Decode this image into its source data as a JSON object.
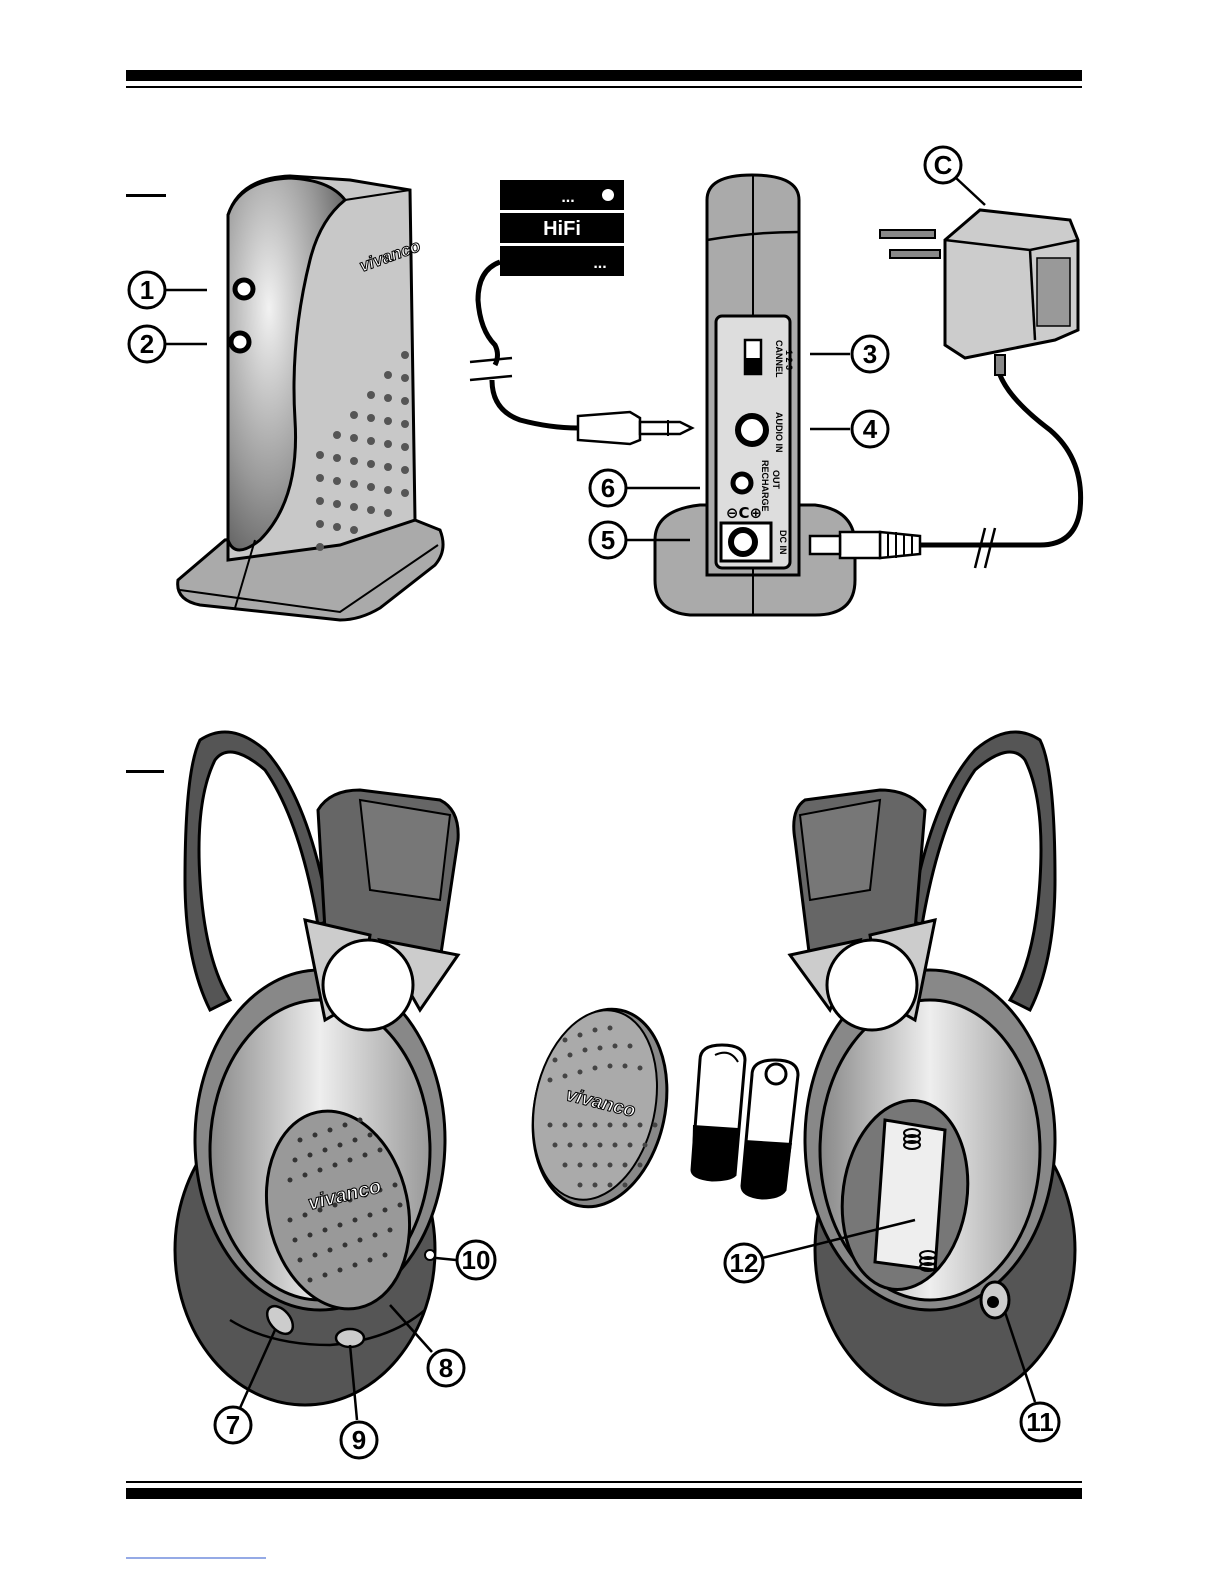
{
  "callouts": {
    "c1": "1",
    "c2": "2",
    "c3": "3",
    "c4": "4",
    "c5": "5",
    "c6": "6",
    "c7": "7",
    "c8": "8",
    "c9": "9",
    "c10": "10",
    "c11": "11",
    "c12": "12",
    "cC": "C"
  },
  "hifi": {
    "label": "HiFi",
    "dots": "..."
  },
  "brand": "vivanco",
  "panel": {
    "channel": "CANNEL",
    "channel_nums": "1 2 3",
    "audio_in": "AUDIO IN",
    "recharge": "RECHARGE",
    "out": "OUT",
    "dc_in": "DC IN",
    "polarity": "⊖C⊕"
  },
  "colors": {
    "ink": "#000000",
    "gray": "#9a9a9a",
    "dark": "#555555",
    "light": "#d8d8d8"
  }
}
